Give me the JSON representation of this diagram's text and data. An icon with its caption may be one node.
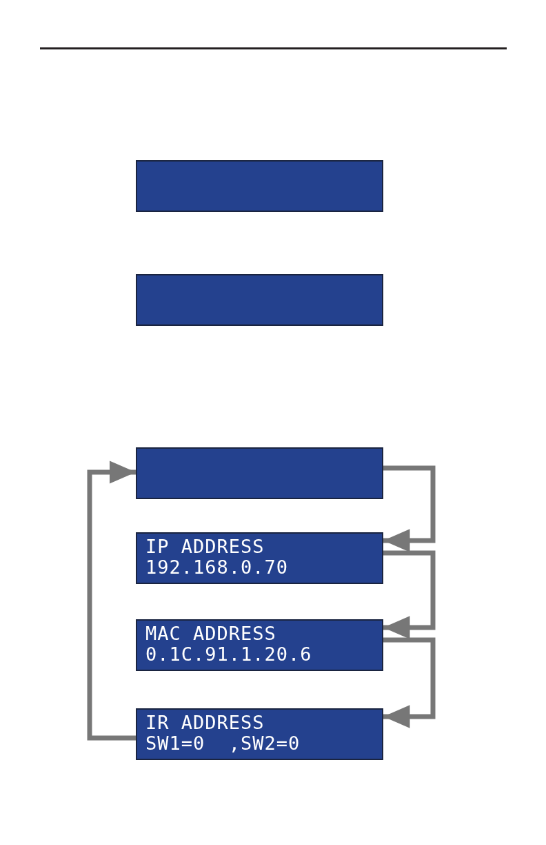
{
  "diagram": {
    "nodes": [
      {
        "text": [],
        "shape": "box"
      },
      {
        "text": [],
        "shape": "box"
      },
      {
        "text": [],
        "shape": "box"
      },
      {
        "text": [
          "IP ADDRESS",
          "192.168.0.70"
        ]
      },
      {
        "text": [
          "MAC ADDRESS",
          "0.1C.91.1.20.6"
        ]
      },
      {
        "text": [
          "IR ADDRESS",
          "SW1=0  ,SW2=0"
        ]
      }
    ],
    "edges": [
      {
        "from": 2,
        "to": 3,
        "arrow": "to"
      },
      {
        "from": 3,
        "to": 4,
        "arrow": "to"
      },
      {
        "from": 4,
        "to": 5,
        "arrow": "to"
      },
      {
        "from": 5,
        "to": 2,
        "arrow": "to"
      }
    ]
  }
}
